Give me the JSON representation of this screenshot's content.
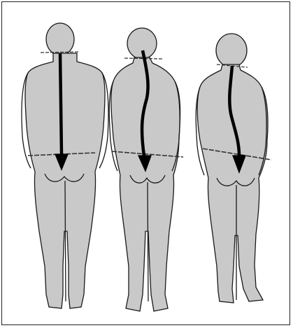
{
  "figure": {
    "panels": [
      "straight-spine",
      "s-curve-spine",
      "c-curve-spine"
    ]
  },
  "colors": {
    "body_fill": "#c9c9c9",
    "outline": "#1a1a1a",
    "arrow": "#000000",
    "guide_line": "#333333",
    "frame_border": "#222222"
  }
}
